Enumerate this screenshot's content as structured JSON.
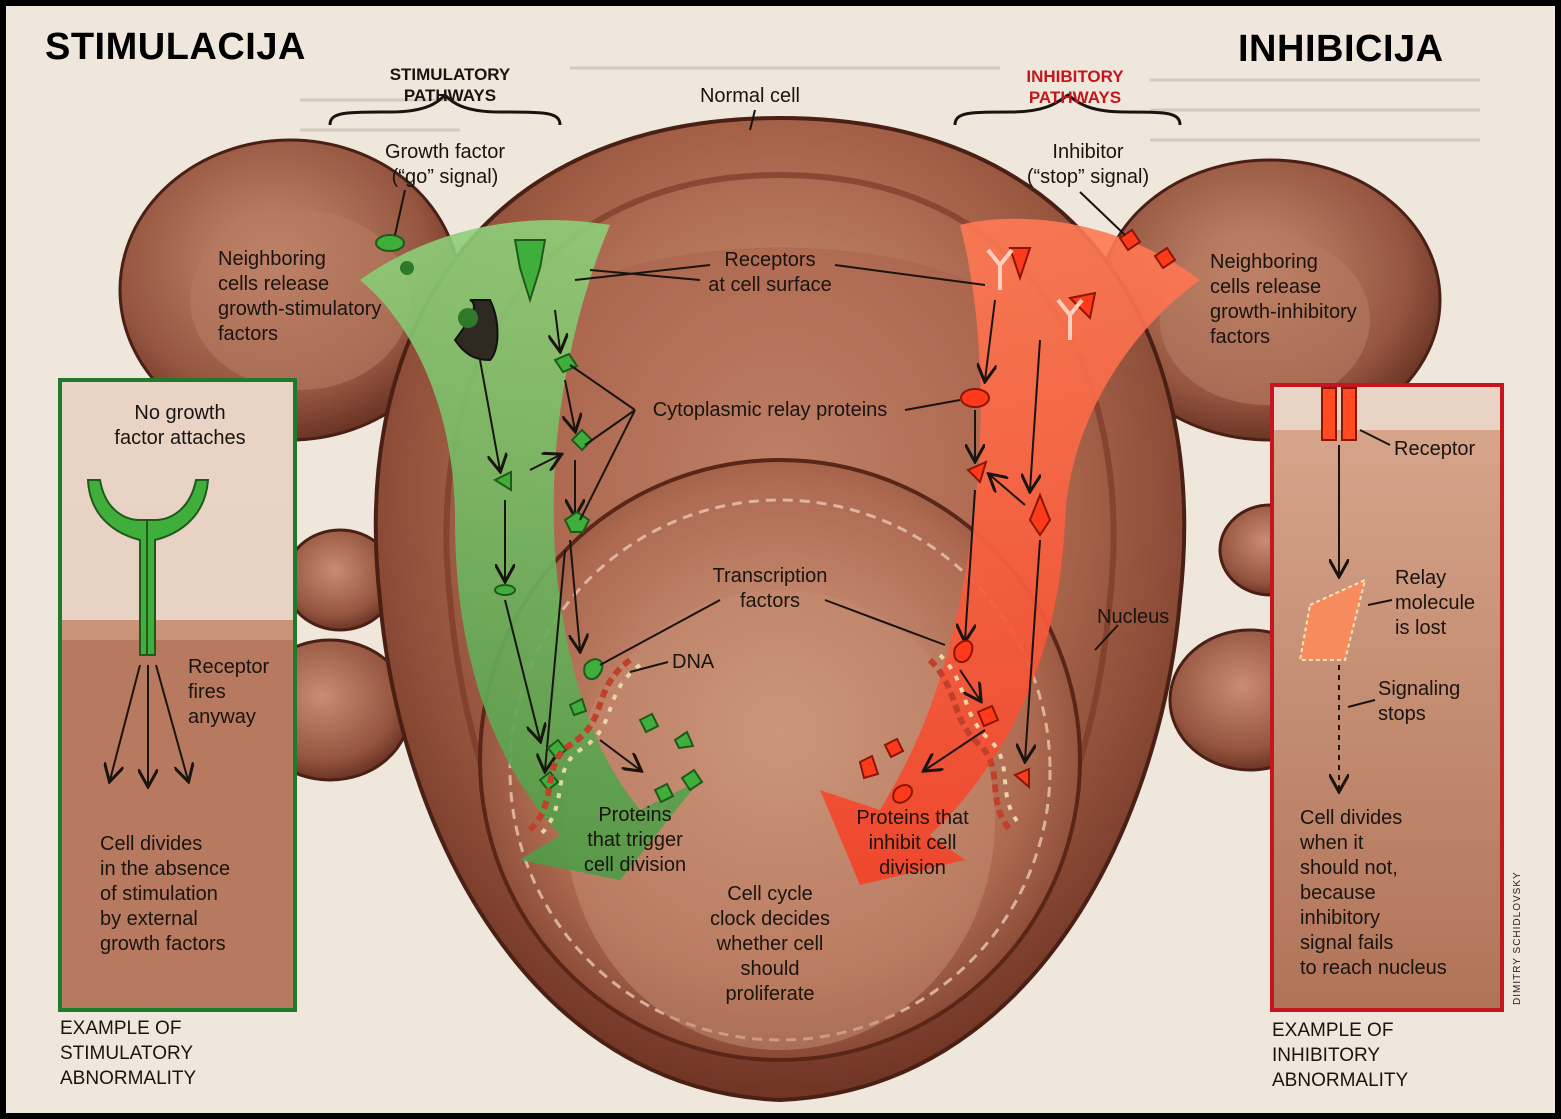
{
  "corner_titles": {
    "left": "STIMULACIJA",
    "right": "INHIBICIJA"
  },
  "headers": {
    "stimulatory": "STIMULATORY\nPATHWAYS",
    "inhibitory": "INHIBITORY\nPATHWAYS",
    "normal_cell": "Normal cell"
  },
  "labels": {
    "growth_factor": "Growth factor\n(“go” signal)",
    "inhibitor": "Inhibitor\n(“stop” signal)",
    "neighbor_left": "Neighboring\ncells release\ngrowth-stimulatory\nfactors",
    "neighbor_right": "Neighboring\ncells release\ngrowth-inhibitory\nfactors",
    "receptors": "Receptors\nat cell surface",
    "relay": "Cytoplasmic relay proteins",
    "transcription": "Transcription\nfactors",
    "dna": "DNA",
    "nucleus": "Nucleus",
    "proteins_trigger": "Proteins\nthat trigger\ncell division",
    "proteins_inhibit": "Proteins that\ninhibit cell\ndivision",
    "cell_cycle": "Cell cycle\nclock decides\nwhether cell\nshould\nproliferate"
  },
  "left_box": {
    "top": "No growth\nfactor attaches",
    "receptor": "Receptor\nfires\nanyway",
    "bottom": "Cell divides\nin the absence\nof stimulation\nby external\ngrowth factors",
    "caption": "EXAMPLE OF\nSTIMULATORY\nABNORMALITY"
  },
  "right_box": {
    "receptor": "Receptor",
    "relay": "Relay\nmolecule\nis lost",
    "signaling": "Signaling\nstops",
    "bottom": "Cell divides\nwhen it\nshould not,\nbecause\ninhibitory\nsignal fails\nto reach nucleus",
    "caption": "EXAMPLE OF\nINHIBITORY\nABNORMALITY"
  },
  "credit": "DIMITRY SCHIDLOVSKY",
  "colors": {
    "cell": "#9c5a42",
    "cell_dark": "#6e3526",
    "cell_light": "#c88d72",
    "green": "#4f9a45",
    "red": "#f0442a",
    "header_red": "#c4161c"
  }
}
